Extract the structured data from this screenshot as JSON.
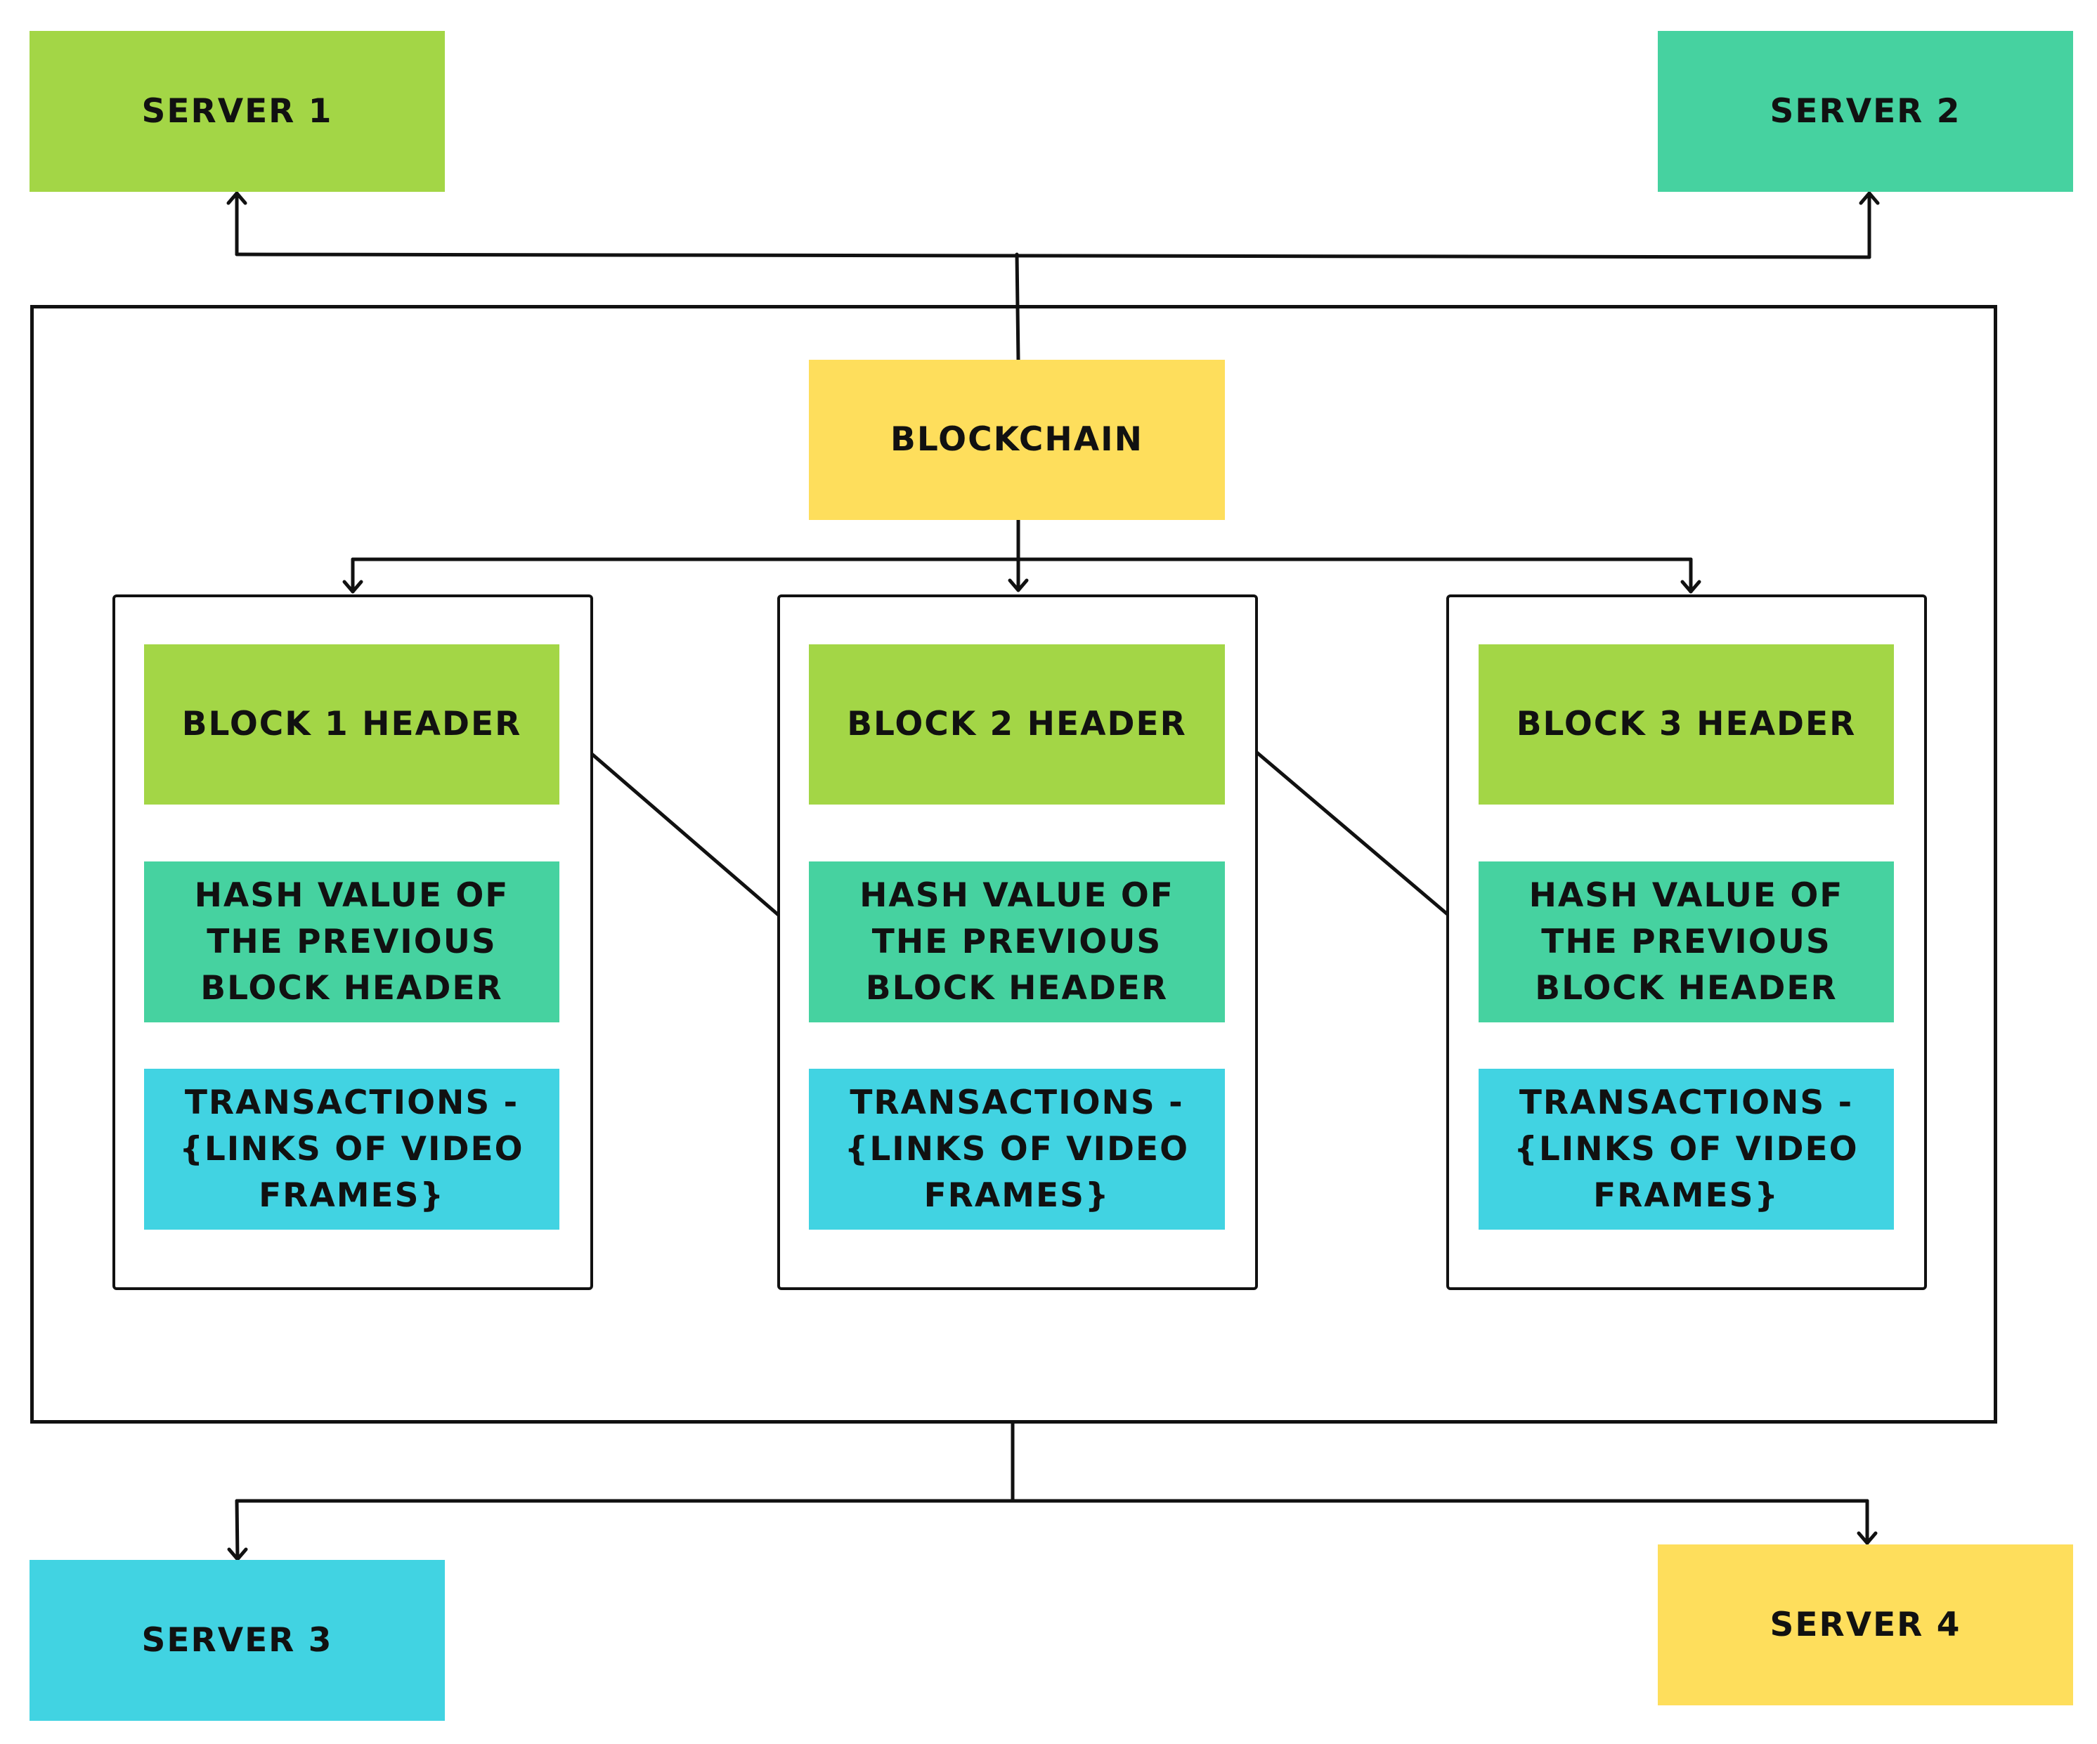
{
  "colors": {
    "lime": "#A3D646",
    "teal": "#46D2A0",
    "cyan": "#41D3E2",
    "yellow": "#FEDE5C",
    "line": "#111111"
  },
  "servers": {
    "server1": "SERVER 1",
    "server2": "SERVER 2",
    "server3": "SERVER 3",
    "server4": "SERVER 4"
  },
  "blockchain": {
    "label": "BLOCKCHAIN"
  },
  "blocks": [
    {
      "header": "BLOCK 1 HEADER",
      "prev_hash": [
        "HASH VALUE OF",
        "THE PREVIOUS",
        "BLOCK HEADER"
      ],
      "transactions": [
        "TRANSACTIONS -",
        "{LINKS OF VIDEO",
        "FRAMES}"
      ]
    },
    {
      "header": "BLOCK 2 HEADER",
      "prev_hash": [
        "HASH VALUE OF",
        "THE PREVIOUS",
        "BLOCK HEADER"
      ],
      "transactions": [
        "TRANSACTIONS -",
        "{LINKS OF VIDEO",
        "FRAMES}"
      ]
    },
    {
      "header": "BLOCK 3 HEADER",
      "prev_hash": [
        "HASH VALUE OF",
        "THE PREVIOUS",
        "BLOCK HEADER"
      ],
      "transactions": [
        "TRANSACTIONS -",
        "{LINKS OF VIDEO",
        "FRAMES}"
      ]
    }
  ]
}
